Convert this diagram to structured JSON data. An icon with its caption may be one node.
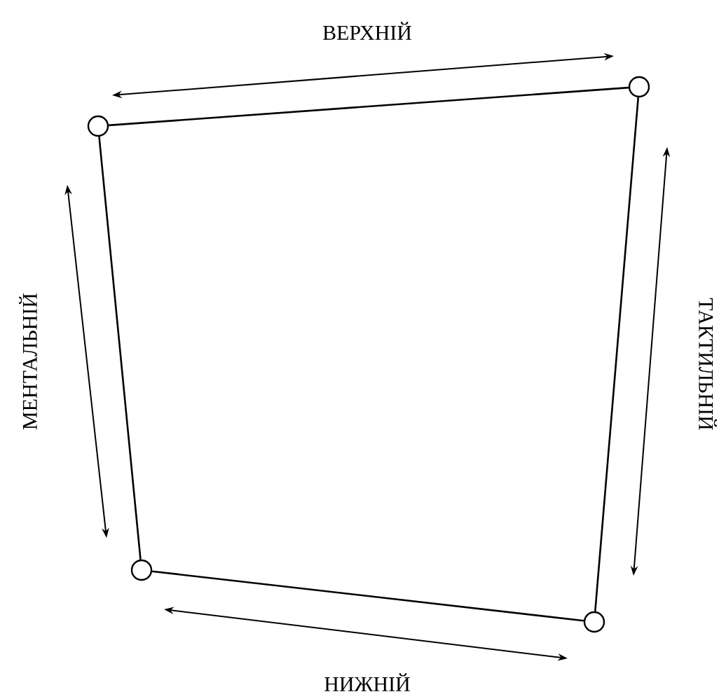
{
  "diagram": {
    "nodes": [
      {
        "text": [],
        "shape": "circle"
      },
      {
        "text": [],
        "shape": "circle"
      },
      {
        "text": [],
        "shape": "circle"
      },
      {
        "text": [],
        "shape": "circle"
      }
    ],
    "edges": [
      {
        "from": 0,
        "to": 1,
        "arrow": "none"
      },
      {
        "from": 1,
        "to": 3,
        "arrow": "none"
      },
      {
        "from": 3,
        "to": 2,
        "arrow": "none"
      },
      {
        "from": 2,
        "to": 0,
        "arrow": "none"
      }
    ],
    "labels": [
      "ВЕРХНІЙ",
      "МЕНТАЛЬНІЙ",
      "ТАКТИЛЬНІЙ",
      "НИЖНІЙ"
    ]
  }
}
